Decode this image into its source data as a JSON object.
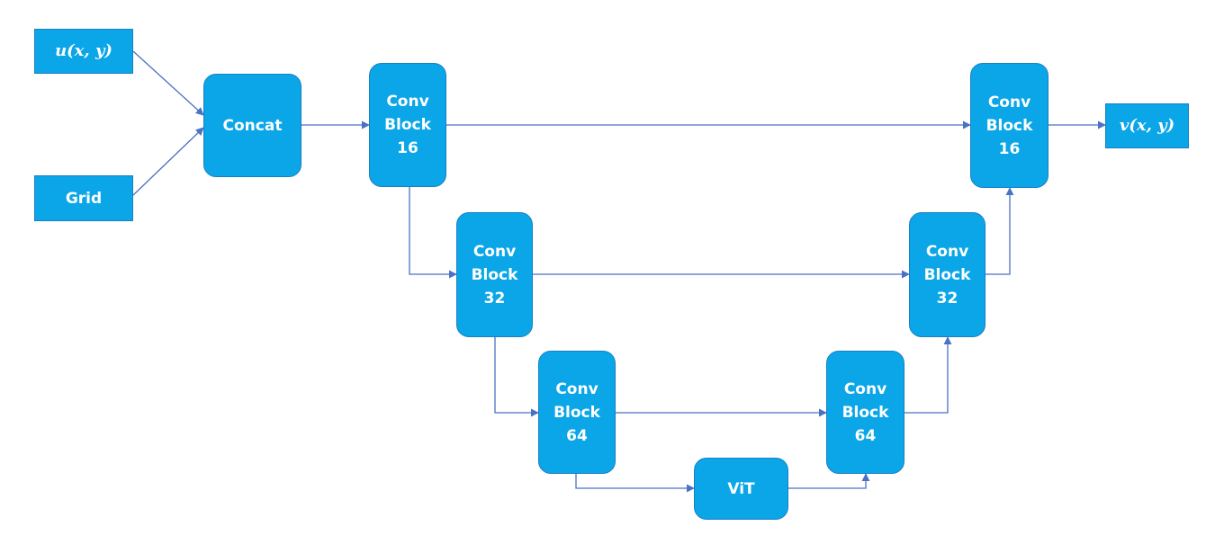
{
  "nodes": {
    "u_input": "u(x, y)",
    "grid": "Grid",
    "concat": "Concat",
    "enc16": "Conv\nBlock\n16",
    "enc32": "Conv\nBlock\n32",
    "enc64": "Conv\nBlock\n64",
    "vit": "ViT",
    "dec64": "Conv\nBlock\n64",
    "dec32": "Conv\nBlock\n32",
    "dec16": "Conv\nBlock\n16",
    "v_output": "v(x, y)"
  },
  "colors": {
    "node_fill": "#0aa6e8",
    "node_border": "#1a7fc4",
    "edge": "#4a72c4"
  }
}
